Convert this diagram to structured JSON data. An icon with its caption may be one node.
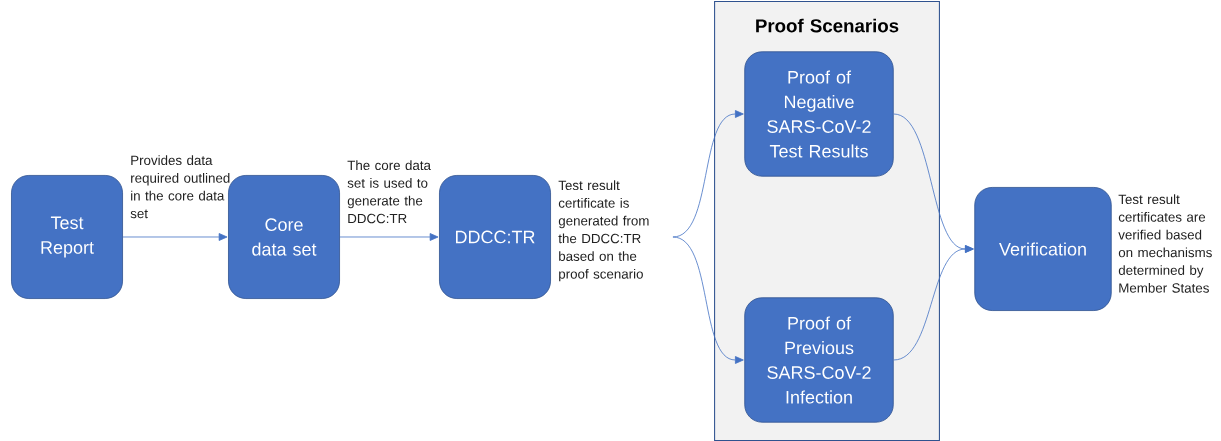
{
  "diagram": {
    "nodes": [
      {
        "text": [
          "Test Report"
        ]
      },
      {
        "text": [
          "Core data set"
        ]
      },
      {
        "text": [
          "DDCC:TR"
        ],
        "beside": [
          "Test result certificate is generated from the DDCC:TR based on the proof scenario"
        ]
      },
      {
        "text": [
          "Proof Scenarios"
        ]
      },
      {
        "text": [
          "Proof of Negative SARS-CoV-2 Test Results"
        ],
        "in": 3
      },
      {
        "text": [
          "Proof of Previous SARS-CoV-2 Infection"
        ],
        "in": 3
      },
      {
        "text": [
          "Verification"
        ],
        "beside": [
          "Test result certificates are verified based on mechanisms determined by Member States"
        ]
      }
    ],
    "edges": [
      {
        "from": 0,
        "to": 1,
        "arrow": "to",
        "label": "Provides data required outlined in the core data set"
      },
      {
        "from": 1,
        "to": 2,
        "arrow": "to",
        "label": "The core data set is used to generate the DDCC:TR"
      },
      {
        "from": 2,
        "to": 4,
        "arrow": "to"
      },
      {
        "from": 2,
        "to": 5,
        "arrow": "to"
      },
      {
        "from": 4,
        "to": 6,
        "arrow": "to"
      },
      {
        "from": 5,
        "to": 6,
        "arrow": "to"
      }
    ]
  }
}
